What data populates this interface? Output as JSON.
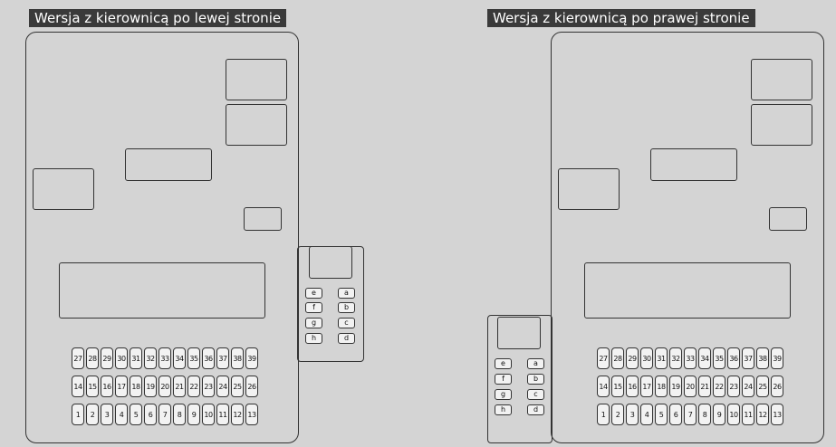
{
  "left": {
    "title": "Wersja z kierownicą po lewej stronie",
    "rows": [
      [
        "27",
        "28",
        "29",
        "30",
        "31",
        "32",
        "33",
        "34",
        "35",
        "36",
        "37",
        "38",
        "39"
      ],
      [
        "14",
        "15",
        "16",
        "17",
        "18",
        "19",
        "20",
        "21",
        "22",
        "23",
        "24",
        "25",
        "26"
      ],
      [
        "1",
        "2",
        "3",
        "4",
        "5",
        "6",
        "7",
        "8",
        "9",
        "10",
        "11",
        "12",
        "13"
      ]
    ],
    "small_fuses": [
      "e",
      "a",
      "f",
      "b",
      "g",
      "c",
      "h",
      "d"
    ]
  },
  "right": {
    "title": "Wersja z kierownicą po prawej stronie",
    "rows": [
      [
        "27",
        "28",
        "29",
        "30",
        "31",
        "32",
        "33",
        "34",
        "35",
        "36",
        "37",
        "38",
        "39"
      ],
      [
        "14",
        "15",
        "16",
        "17",
        "18",
        "19",
        "20",
        "21",
        "22",
        "23",
        "24",
        "25",
        "26"
      ],
      [
        "1",
        "2",
        "3",
        "4",
        "5",
        "6",
        "7",
        "8",
        "9",
        "10",
        "11",
        "12",
        "13"
      ]
    ],
    "small_fuses": [
      "e",
      "a",
      "f",
      "b",
      "g",
      "c",
      "h",
      "d"
    ]
  }
}
